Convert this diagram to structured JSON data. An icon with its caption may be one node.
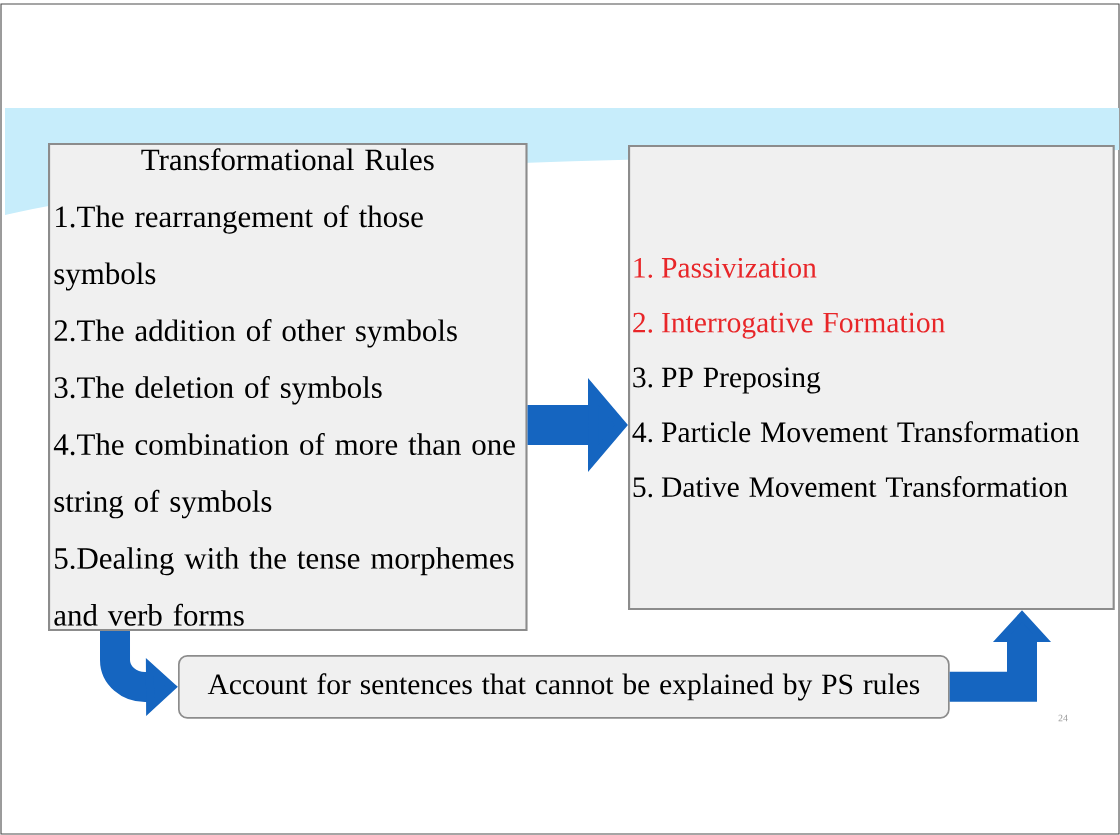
{
  "diagram": {
    "nodes": [
      {
        "text": [
          "Transformational Rules",
          "1.The rearrangement of those symbols",
          "2.The addition of other symbols",
          "3.The deletion of symbols",
          "4.The combination of more than one string of symbols",
          "5.Dealing with the tense morphemes and verb forms"
        ]
      },
      {
        "text": [
          "1. Passivization",
          "2. Interrogative Formation",
          "3. PP Preposing",
          "4. Particle Movement Transformation",
          "5. Dative Movement Transformation"
        ]
      },
      {
        "text": [
          "Account for sentences that cannot be explained by PS rules"
        ]
      }
    ],
    "edges": [
      {
        "from": 0,
        "to": 1,
        "arrow": "to"
      },
      {
        "from": 0,
        "to": 2,
        "arrow": "to"
      },
      {
        "from": 2,
        "to": 1,
        "arrow": "to"
      }
    ],
    "labels": [
      "24"
    ]
  }
}
